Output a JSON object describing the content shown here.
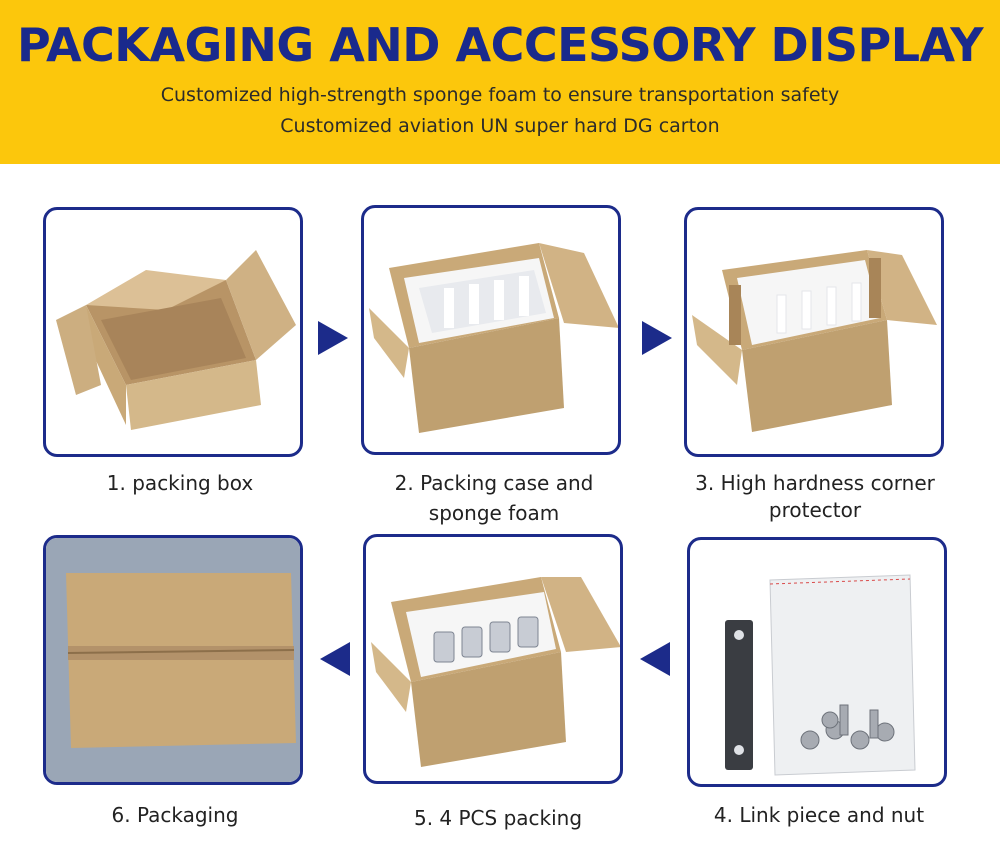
{
  "header": {
    "title": "PACKAGING AND ACCESSORY DISPLAY",
    "subtitle1": "Customized high-strength sponge foam to ensure transportation safety",
    "subtitle2": "Customized aviation UN super hard DG carton"
  },
  "steps": [
    {
      "caption": "1. packing box"
    },
    {
      "caption_line1": "2. Packing case and",
      "caption_line2": "sponge foam"
    },
    {
      "caption_line1": "3. High hardness corner",
      "caption_line2": "protector"
    },
    {
      "caption": "4. Link piece and nut"
    },
    {
      "caption": "5. 4 PCS packing"
    },
    {
      "caption": "6. Packaging"
    }
  ],
  "colors": {
    "accent": "#1c2b8a",
    "banner": "#fcc70c",
    "cardboard": "#c9a978"
  }
}
